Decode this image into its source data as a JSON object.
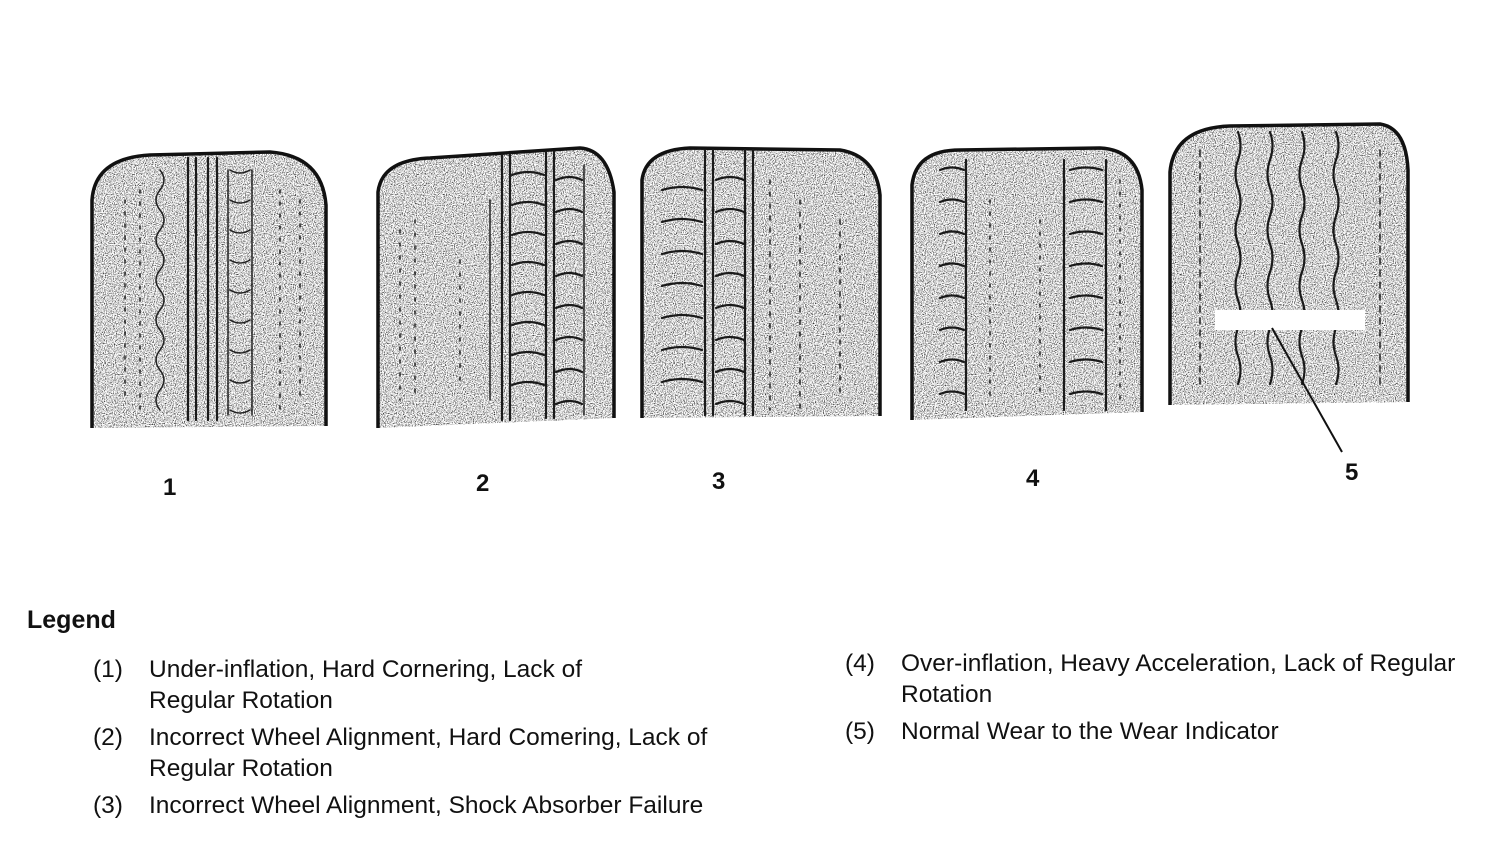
{
  "diagram": {
    "tire_numbers": [
      "1",
      "2",
      "3",
      "4",
      "5"
    ],
    "legend": {
      "title": "Legend",
      "items": [
        {
          "key": "(1)",
          "text": "Under-inflation, Hard Cornering, Lack of Regular Rotation"
        },
        {
          "key": "(2)",
          "text": "Incorrect Wheel Alignment, Hard Comering, Lack of Regular Rotation"
        },
        {
          "key": "(3)",
          "text": "Incorrect Wheel Alignment, Shock Absorber Failure"
        },
        {
          "key": "(4)",
          "text": "Over-inflation, Heavy Acceleration, Lack of Regular Rotation"
        },
        {
          "key": "(5)",
          "text": "Normal Wear to the Wear Indicator"
        }
      ]
    }
  }
}
